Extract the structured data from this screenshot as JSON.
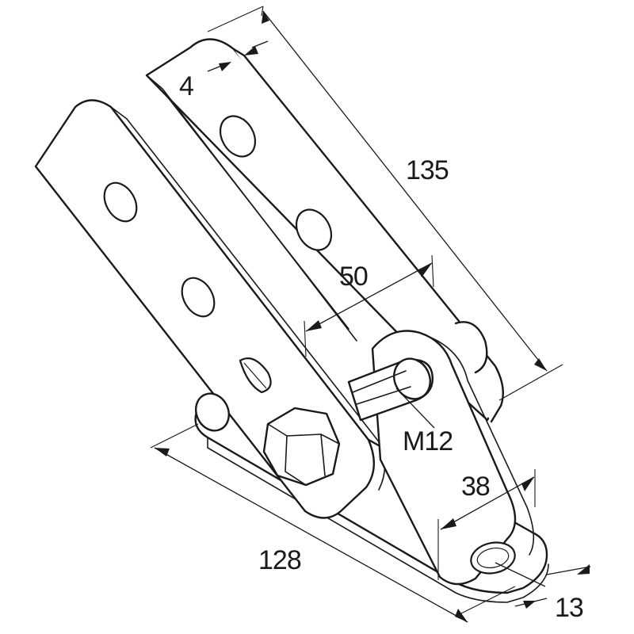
{
  "colors": {
    "ink": "#1a1a1a",
    "paper": "#ffffff"
  },
  "dimensions": {
    "plate_thickness": "4",
    "bracket_length": "135",
    "inner_width": "50",
    "bolt_size": "M12",
    "eye_width": "38",
    "base_length": "128",
    "eye_hole": "13"
  }
}
